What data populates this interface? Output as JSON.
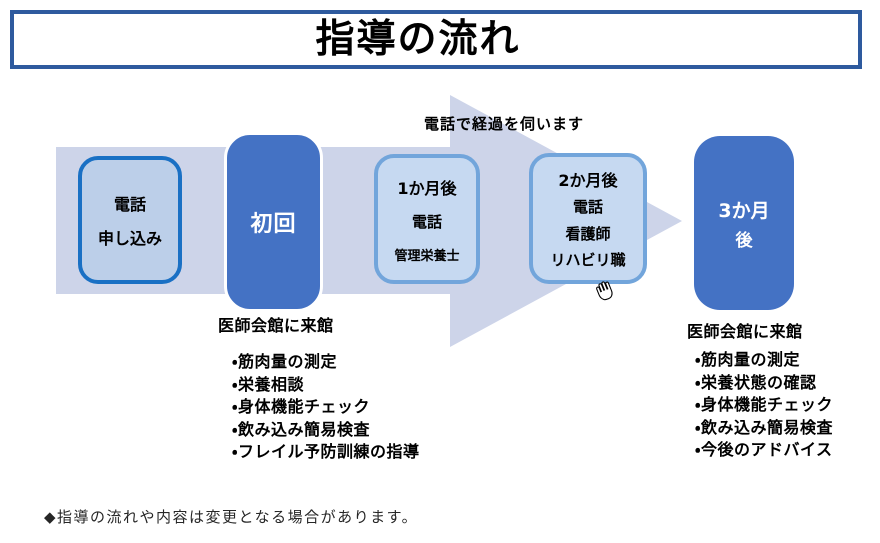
{
  "title": "指導の流れ",
  "phone_note": "電話で経過を伺います",
  "steps": {
    "application": {
      "lines": [
        "電話",
        "申し込み"
      ]
    },
    "first_visit": {
      "label": "初回"
    },
    "month1": {
      "lines": [
        "1か月後",
        "電話",
        "管理栄養士"
      ]
    },
    "month2": {
      "lines": [
        "2か月後",
        "電話",
        "看護師",
        "リハビリ職"
      ]
    },
    "month3": {
      "lines": [
        "3か月",
        "後"
      ]
    }
  },
  "visit_left": {
    "heading": "医師会館に来館",
    "items": [
      "・筋肉量の測定",
      "・栄養相談",
      "・身体機能チェック",
      "・飲み込み簡易検査",
      "・フレイル予防訓練の指導"
    ]
  },
  "visit_right": {
    "heading": "医師会館に来館",
    "items": [
      "・筋肉量の測定",
      "・栄養状態の確認",
      "・身体機能チェック",
      "・飲み込み簡易検査",
      "・今後のアドバイス"
    ]
  },
  "footnote": "◆指導の流れや内容は変更となる場合があります。",
  "colors": {
    "title_border": "#2e5a9e",
    "arrow_fill": "#cdd4e9",
    "light_step_fill": "#c6d9f1",
    "light_step_border": "#72a5db",
    "apply_fill": "#bccfe9",
    "apply_border": "#1a70c4",
    "milestone_fill": "#4472c4"
  }
}
